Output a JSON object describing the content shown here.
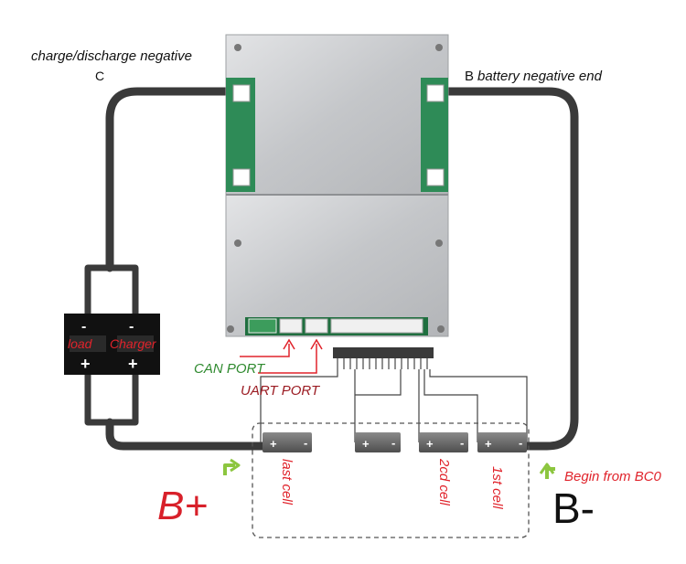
{
  "labels": {
    "charge_discharge_negative": "charge/discharge negative",
    "terminal_c": "C",
    "terminal_b": "B",
    "battery_negative_end": "battery negative end",
    "can_port": "CAN PORT",
    "uart_port": "UART PORT",
    "load": "load",
    "charger": "Charger",
    "minus_sign": "-",
    "plus_sign": "+",
    "last_cell": "last cell",
    "second_cell": "2cd cell",
    "first_cell": "1st cell",
    "b_plus": "B+",
    "b_minus": "B-",
    "begin_from": "Begin from BC0"
  },
  "colors": {
    "cable": "#3a3a3a",
    "board_metal": "#c9cbcd",
    "pcb_green": "#2e8b57",
    "red_label": "#e0232b",
    "dark_red_label": "#9b1b22",
    "can_green": "#2f8a2f",
    "arrow_green": "#8cc63f",
    "battery_body": "#6a6a6a"
  }
}
